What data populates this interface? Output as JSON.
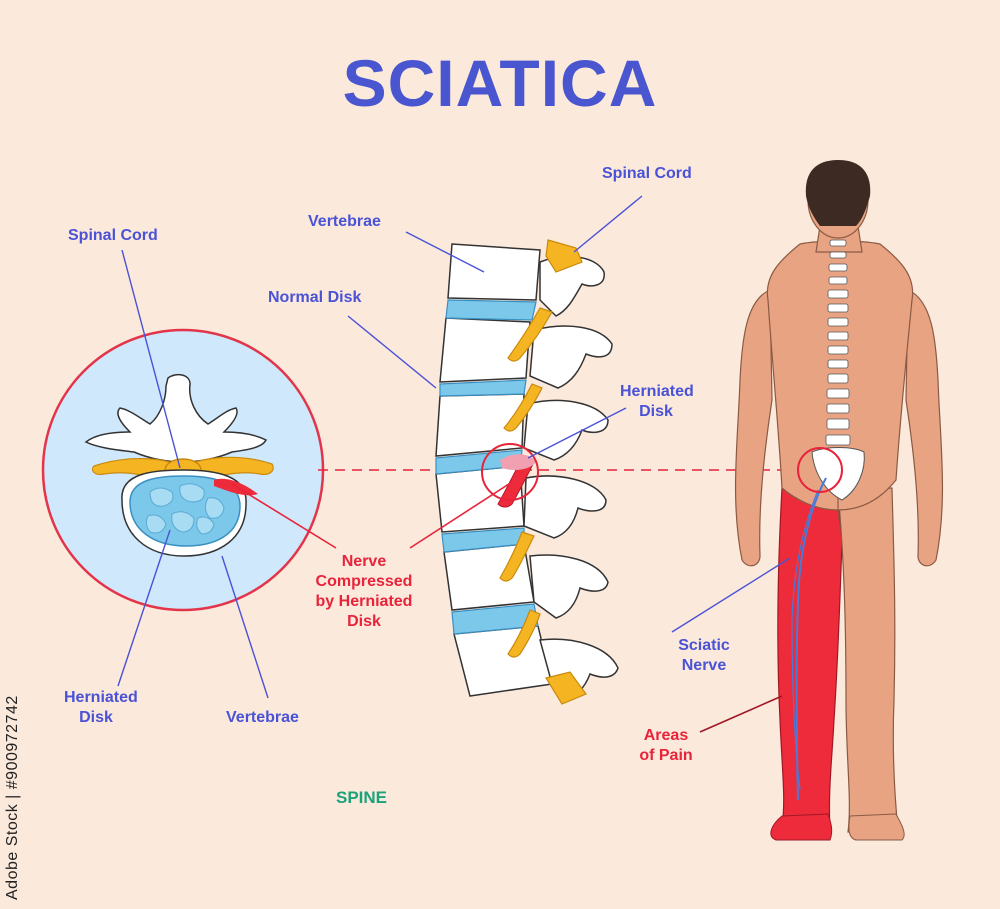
{
  "title": "SCIATICA",
  "labels": {
    "cross_section": {
      "spinal_cord": "Spinal Cord",
      "herniated_disk_line1": "Herniated",
      "herniated_disk_line2": "Disk",
      "vertebrae": "Vertebrae"
    },
    "spine": {
      "vertebrae": "Vertebrae",
      "normal_disk": "Normal Disk",
      "spinal_cord": "Spinal Cord",
      "herniated_disk_line1": "Herniated",
      "herniated_disk_line2": "Disk",
      "nerve_line1": "Nerve",
      "nerve_line2": "Compressed",
      "nerve_line3": "by Herniated",
      "nerve_line4": "Disk",
      "caption": "SPINE"
    },
    "body": {
      "sciatic_line1": "Sciatic",
      "sciatic_line2": "Nerve",
      "pain_line1": "Areas",
      "pain_line2": "of Pain"
    }
  },
  "stock_watermark": "Adobe Stock | #900972742",
  "colors": {
    "title": "#4a55d0",
    "label_blue": "#4a52d6",
    "label_red": "#e8233a",
    "spine_caption": "#1aa37a",
    "background": "#fbe9dc",
    "disk": "#7cc8ea",
    "nerve": "#f0a51c",
    "pain": "#ee2b3a",
    "skin": "#e8a383"
  }
}
